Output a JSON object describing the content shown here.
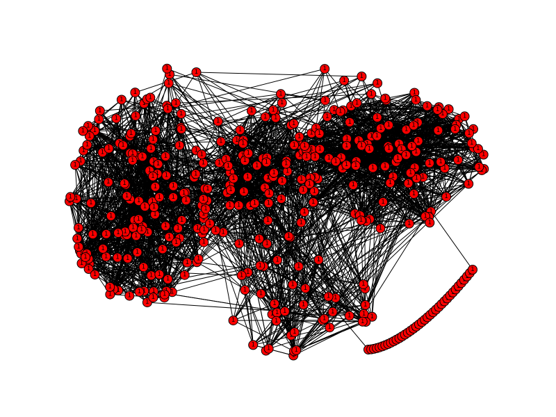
{
  "diagram": {
    "type": "network-graph",
    "node_color": "#ff0000",
    "node_outline_color": "#000000",
    "edge_color": "#000000",
    "background": "#ffffff",
    "node_label": "1",
    "clusters": [
      {
        "id": "left-dense-cluster",
        "node_count": 140
      },
      {
        "id": "middle-cluster",
        "node_count": 70
      },
      {
        "id": "right-dense-cluster",
        "node_count": 110
      },
      {
        "id": "lower-fan-cluster",
        "node_count": 40
      },
      {
        "id": "arc-chain",
        "node_count": 38
      }
    ],
    "peripheral_nodes": 12
  }
}
